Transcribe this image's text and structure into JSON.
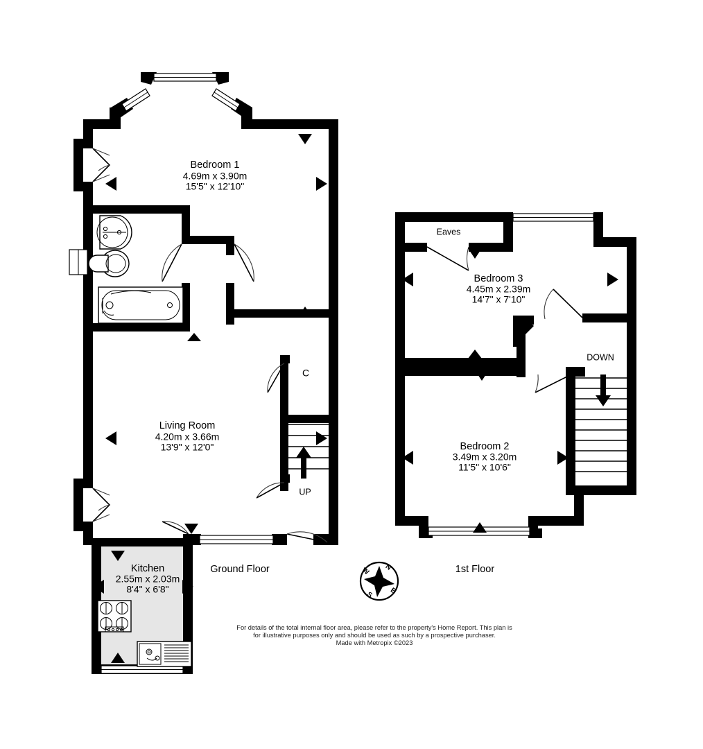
{
  "document": {
    "type": "floor-plan",
    "provider": "Metropix",
    "copyright_year": "2023"
  },
  "floors": [
    {
      "id": "ground",
      "title": "Ground Floor",
      "rooms": [
        {
          "id": "bedroom-1",
          "name": "Bedroom 1",
          "dims_metric": "4.69m  x 3.90m",
          "dims_imperial": "15'5\"  x 12'10\""
        },
        {
          "id": "living-room",
          "name": "Living Room",
          "dims_metric": "4.20m  x 3.66m",
          "dims_imperial": "13'9\"  x 12'0\""
        },
        {
          "id": "kitchen",
          "name": "Kitchen",
          "dims_metric": "2.55m  x 2.03m",
          "dims_imperial": "8'4\"  x 6'8\""
        }
      ],
      "annotations": {
        "cupboard": "C",
        "stairs_direction": "UP"
      }
    },
    {
      "id": "first",
      "title": "1st Floor",
      "rooms": [
        {
          "id": "bedroom-3",
          "name": "Bedroom 3",
          "dims_metric": "4.45m  x 2.39m",
          "dims_imperial": "14'7\"  x 7'10\""
        },
        {
          "id": "bedroom-2",
          "name": "Bedroom 2",
          "dims_metric": "3.49m  x 3.20m",
          "dims_imperial": "11'5\"  x 10'6\""
        }
      ],
      "annotations": {
        "eaves": "Eaves",
        "stairs_direction": "DOWN"
      }
    }
  ],
  "compass": {
    "north": "N",
    "east": "E",
    "south": "S",
    "west": "W"
  },
  "footer": {
    "line1": "For details of the total internal floor area, please refer to the property's Home Report. This plan is",
    "line2": "for illustrative purposes only and should be used as such by a prospective purchaser.",
    "line3": "Made with Metropix ©2023"
  },
  "colors": {
    "wall": "#000000",
    "background": "#ffffff",
    "kitchen_floor": "#e6e6e6",
    "text": "#000000",
    "footer_text": "#222222"
  }
}
